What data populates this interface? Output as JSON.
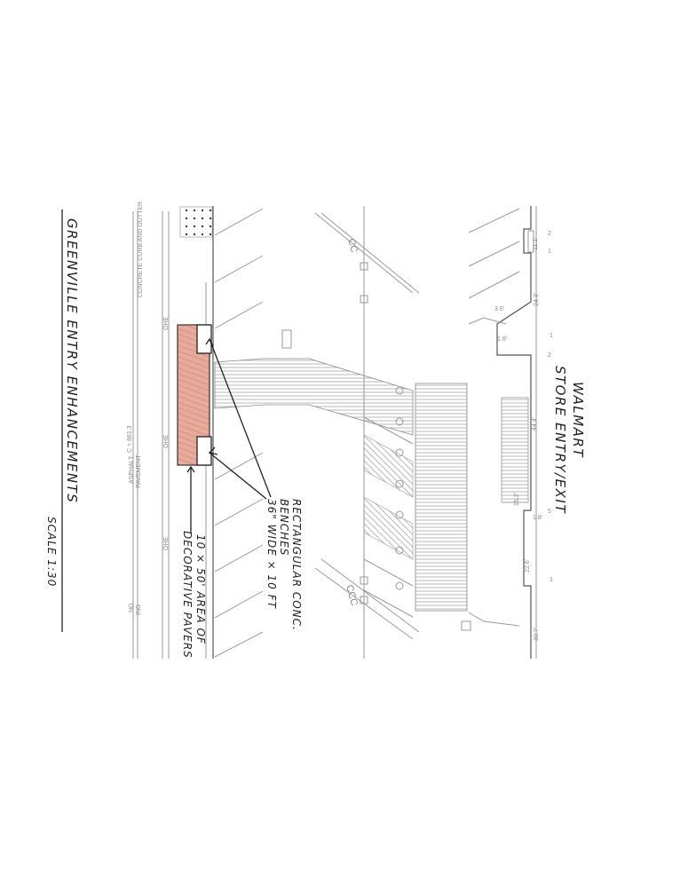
{
  "title": "GREENVILLE ENTRY ENHANCEMENTS",
  "scale": "SCALE 1:30",
  "store_label": {
    "line1": "WALMART",
    "line2": "STORE ENTRY/EXIT"
  },
  "benches_note": {
    "line1": "RECTANGULAR CONC.",
    "line2": "BENCHES",
    "line3": "36\" WIDE × 10 FT"
  },
  "pavers_note": {
    "line1": "10 × 50' AREA OF",
    "line2": "DECORATIVE PAVERS"
  },
  "site_labels": {
    "curb": "CONCRETE CURB AND GUTTER",
    "asphalt_1": "ASPHALT",
    "asphalt_2": "PAVEMENT",
    "elevation": "C = 861.3",
    "ohe_1": "OHE",
    "ohe_2": "OHE",
    "ohe_3": "OHE",
    "no_parking_1": "NO",
    "no_parking_2": "ING",
    "cc_top": "CC",
    "cc_bottom": "CCC"
  },
  "dimensions": [
    "11.1'",
    "24.3'",
    "3.6'",
    "1.6'",
    "44.4'",
    "15.2'",
    "1.8'",
    "22.6'",
    "30.7'"
  ],
  "callout_numbers": [
    "2",
    "1",
    "1",
    "2",
    "5",
    "1"
  ],
  "colors": {
    "pavers": "#e3a596",
    "ink": "#222222",
    "cad": "#9a9a9a"
  }
}
